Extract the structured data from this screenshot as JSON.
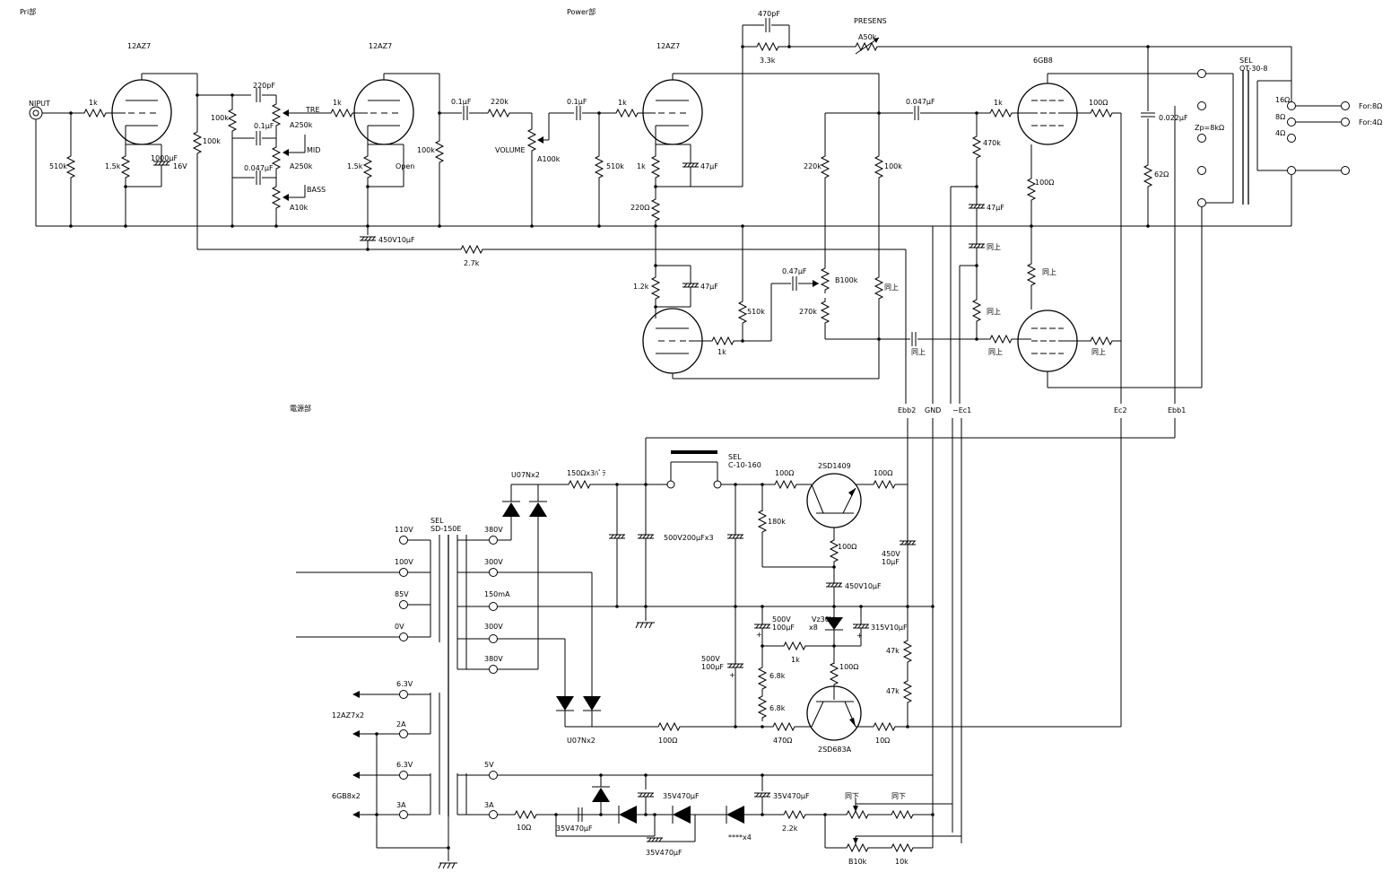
{
  "sections": {
    "pre": "Pri部",
    "power": "Power部",
    "supply": "電源部"
  },
  "tubes": {
    "v1": "12AZ7",
    "v2": "12AZ7",
    "v3": "12AZ7",
    "out": "6GB8"
  },
  "input_label": "NIPUT",
  "pre": {
    "r_in": "1k",
    "r_grid": "510k",
    "r_k1": "1.5k",
    "c_k1": "1000μF",
    "c_k1_v": "16V",
    "r_plate1": "100k",
    "r_tone": "100k",
    "c_tre": "220pF",
    "c_mid": "0.1μF",
    "c_bass": "0.047μF",
    "tre": "TRE",
    "mid": "MID",
    "bass": "BASS",
    "pot_tre": "A250k",
    "pot_mid": "A250k",
    "pot_bass": "A10k",
    "r_in2": "1k",
    "r_k2": "1.5k",
    "open": "Open",
    "r_plate2": "100k",
    "c_dec": "450V10μF",
    "c_cpl1": "0.1μF",
    "r_ser": "220k",
    "volume": "VOLUME",
    "pot_vol": "A100k",
    "r_fb": "2.7k"
  },
  "power": {
    "c_in": "0.1μF",
    "r_in": "1k",
    "r_grid": "510k",
    "r_k": "1k",
    "c_k": "47μF",
    "r_220": "220Ω",
    "c_fb": "470pF",
    "r_fb": "3.3k",
    "presens": "PRESENS",
    "pot_pres": "A50k",
    "r_12k": "1.2k",
    "c_47b": "47μF",
    "r_1k_b": "1k",
    "r_510k_b": "510k",
    "c_047": "0.47μF",
    "pot_b100k": "B100k",
    "r_270k": "270k",
    "r_220k": "220k",
    "r_100k": "100k",
    "same": "同上",
    "c_047u": "0.047μF",
    "r_1k_o": "1k",
    "r_470k": "470k",
    "c_47c": "47μF",
    "r_100o": "100Ω",
    "r_100o_b": "100Ω",
    "c_0022": "0.022μF",
    "r_62": "62Ω",
    "ot_model": "SEL",
    "ot_name": "OT-30-8",
    "zp": "Zp=8kΩ",
    "taps": [
      "16Ω",
      "8Ω",
      "4Ω"
    ],
    "out_8": "For:8Ω",
    "out_4": "For:4Ω"
  },
  "bus": [
    "Ebb2",
    "GND",
    "−Ec1",
    "Ec2",
    "Ebb1"
  ],
  "supply": {
    "pt_model": "SEL",
    "pt_name": "SD-150E",
    "primary": [
      "110V",
      "100V",
      "85V",
      "0V"
    ],
    "sec_hv": [
      "380V",
      "300V",
      "150mA",
      "300V",
      "380V"
    ],
    "heater": [
      "6.3V",
      "2A",
      "6.3V",
      "3A"
    ],
    "h_load1": "12AZ7x2",
    "h_load2": "6GB8x2",
    "bias": [
      "5V",
      "3A"
    ],
    "d_top": "U07Nx2",
    "d_bot": "U07Nx2",
    "r_150": "150Ωx3ﾊﾟﾗ",
    "choke_model": "SEL",
    "choke_name": "C-10-160",
    "c_main": "500V200μFx3",
    "r_100a": "100Ω",
    "q1": "2SD1409",
    "r_100b": "100Ω",
    "r_180k": "180k",
    "r_100c": "100Ω",
    "c_450": "450V",
    "c_450b": "10μF",
    "c_450c": "450V10μF",
    "c_500a": "500V",
    "c_500b": "100μF",
    "zener": "Vz30V",
    "zener_n": "x8",
    "c_315": "315V10μF",
    "r_1k": "1k",
    "c_500c": "500V",
    "c_500d": "100μF",
    "r_68a": "6.8k",
    "r_68b": "6.8k",
    "r_100d": "100Ω",
    "r_47a": "47k",
    "r_47b": "47k",
    "r_100e": "100Ω",
    "r_470": "470Ω",
    "q2": "2SD683A",
    "r_10": "10Ω",
    "r_10b": "10Ω",
    "c_35a": "35V470μF",
    "c_35b": "35V470μF",
    "c_35c": "35V470μF",
    "c_35d": "35V470μF",
    "diodes": "****x4",
    "r_22k": "2.2k",
    "same1": "同下",
    "same2": "同下",
    "pot_b10k": "B10k",
    "r_10k": "10k"
  }
}
